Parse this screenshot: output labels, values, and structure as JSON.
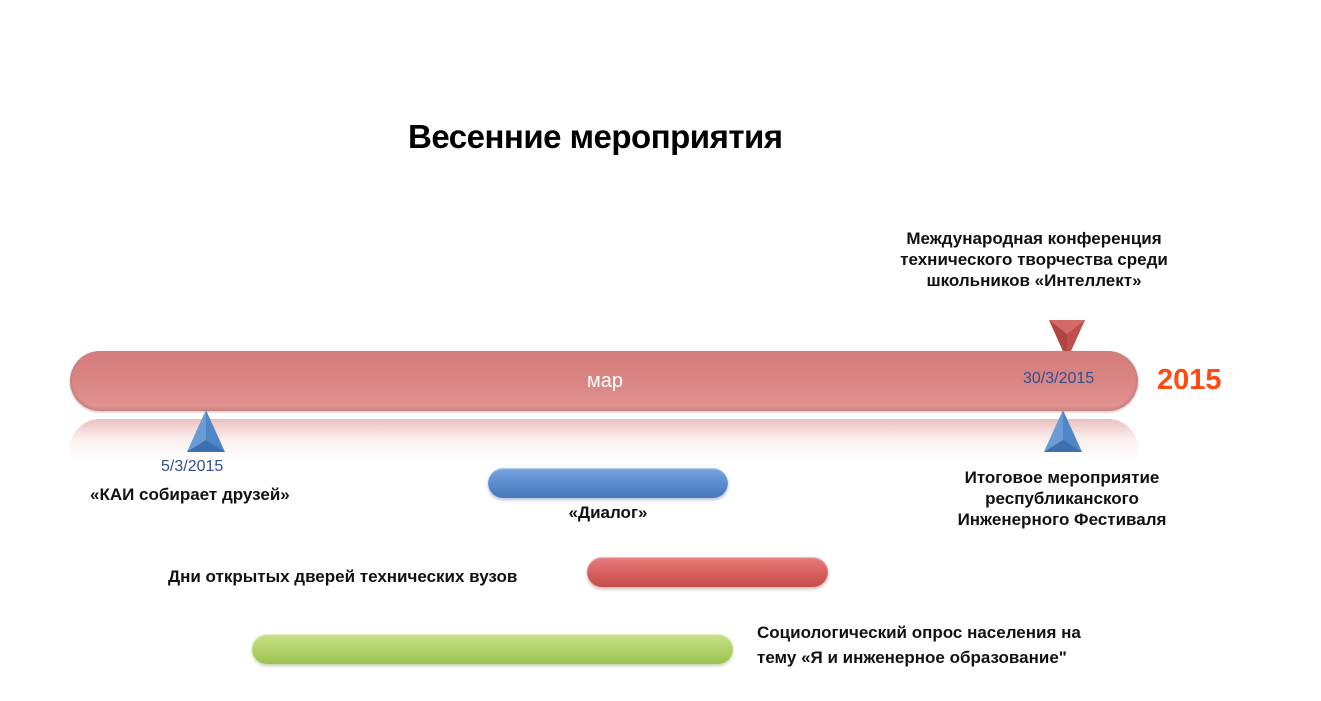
{
  "title": "Весенние мероприятия",
  "timeline": {
    "month": "мар",
    "year": "2015",
    "colors": {
      "bar": "#d98584",
      "year": "#ff4a10",
      "date_text": "#2f4f8f",
      "marker_blue": "#4f86c6",
      "marker_red": "#c0504d"
    }
  },
  "milestones": [
    {
      "date": "5/3/2015",
      "label": "«КАИ собирает друзей»",
      "marker": "blue-triangle-up"
    },
    {
      "date": "30/3/2015",
      "label_above": [
        "Международная конференция",
        "технического творчества среди",
        "школьников «Интеллект»"
      ],
      "label_below": [
        "Итоговое мероприятие",
        "республиканского",
        "Инженерного Фестиваля"
      ],
      "marker_above": "red-triangle-down",
      "marker_below": "blue-triangle-up"
    }
  ],
  "spans": [
    {
      "label": "«Диалог»",
      "color": "#5a8ccf"
    },
    {
      "label": "Дни открытых дверей технических вузов",
      "color": "#d86160"
    },
    {
      "label_lines": [
        "Социологический опрос населения на",
        "тему «Я и инженерное образование\""
      ],
      "color": "#b2d36a"
    }
  ]
}
